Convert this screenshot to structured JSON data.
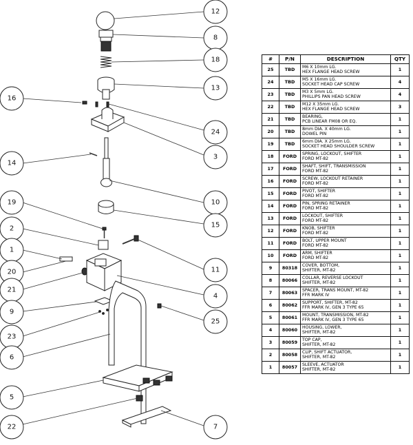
{
  "callouts": [
    "12",
    "8",
    "18",
    "13",
    "16",
    "24",
    "3",
    "14",
    "10",
    "19",
    "15",
    "2",
    "1",
    "11",
    "20",
    "21",
    "4",
    "9",
    "25",
    "23",
    "6",
    "5",
    "22",
    "7"
  ],
  "bom": {
    "headers": {
      "num": "#",
      "pn": "P/N",
      "description": "DESCRIPTION",
      "qty": "QTY"
    },
    "rows": [
      {
        "num": "25",
        "pn": "TBD",
        "d1": "M6 X 10mm LG.",
        "d2": "HEX FLANGE HEAD SCREW",
        "qty": "1"
      },
      {
        "num": "24",
        "pn": "TBD",
        "d1": "M5 X 16mm LG.",
        "d2": "SOCKET HEAD CAP SCREW",
        "qty": "4"
      },
      {
        "num": "23",
        "pn": "TBD",
        "d1": "M3 X 5mm LG.",
        "d2": "PHILLIPS PAN HEAD SCREW",
        "qty": "4"
      },
      {
        "num": "22",
        "pn": "TBD",
        "d1": "M12 X 35mm LG.",
        "d2": "HEX FLANGE HEAD SCREW",
        "qty": "3"
      },
      {
        "num": "21",
        "pn": "TBD",
        "d1": "BEARING,",
        "d2": "PCB LINEAR FM08 OR EQ.",
        "qty": "1"
      },
      {
        "num": "20",
        "pn": "TBD",
        "d1": "8mm DIA. X 40mm LG.",
        "d2": "DOWEL PIN",
        "qty": "1"
      },
      {
        "num": "19",
        "pn": "TBD",
        "d1": "6mm DIA. X 25mm LG.",
        "d2": "SOCKET HEAD SHOULDER SCREW",
        "qty": "1"
      },
      {
        "num": "18",
        "pn": "FORD",
        "d1": "SPRING, LOCKOUT, SHIFTER",
        "d2": "FORD MT-82",
        "qty": "1"
      },
      {
        "num": "17",
        "pn": "FORD",
        "d1": "SHAFT, SHIFT, TRANSMISSION",
        "d2": "FORD MT-82",
        "qty": "1"
      },
      {
        "num": "16",
        "pn": "FORD",
        "d1": "SCREW, LOCKOUT RETAINER",
        "d2": "FORD MT-82",
        "qty": "1"
      },
      {
        "num": "15",
        "pn": "FORD",
        "d1": "PIVOT, SHIFTER",
        "d2": "FORD MT-82",
        "qty": "1"
      },
      {
        "num": "14",
        "pn": "FORD",
        "d1": "PIN, SPRING RETAINER",
        "d2": "FORD MT-82",
        "qty": "1"
      },
      {
        "num": "13",
        "pn": "FORD",
        "d1": "LOCKOUT, SHIFTER",
        "d2": "FORD MT-82",
        "qty": "1"
      },
      {
        "num": "12",
        "pn": "FORD",
        "d1": "KNOB, SHIFTER",
        "d2": "FORD MT-82",
        "qty": "1"
      },
      {
        "num": "11",
        "pn": "FORD",
        "d1": "BOLT, UPPER MOUNT",
        "d2": "FORD MT-82",
        "qty": "1"
      },
      {
        "num": "10",
        "pn": "FORD",
        "d1": "ARM, SHIFTER",
        "d2": "FORD MT-82",
        "qty": "1"
      },
      {
        "num": "9",
        "pn": "80318",
        "d1": "COVER, BOTTOM,",
        "d2": "SHIFTER, MT-82",
        "qty": "1"
      },
      {
        "num": "8",
        "pn": "80066",
        "d1": "COLLAR, REVERSE LOCKOUT",
        "d2": "SHIFTER, MT-82",
        "qty": "1"
      },
      {
        "num": "7",
        "pn": "80063",
        "d1": "SPACER, TRANS MOUNT, MT-82",
        "d2": "FFR MARK IV",
        "qty": "1"
      },
      {
        "num": "6",
        "pn": "80062",
        "d1": "SUPPORT, SHIFTER, MT-82",
        "d2": "FFR MARK IV, GEN 3 TYPE 65",
        "qty": "1"
      },
      {
        "num": "5",
        "pn": "80061",
        "d1": "MOUNT, TRANSMISSION, MT-82",
        "d2": "FFR MARK IV, GEN 3 TYPE 65",
        "qty": "1"
      },
      {
        "num": "4",
        "pn": "80060",
        "d1": "HOUSING, LOWER,",
        "d2": "SHIFTER, MT-82",
        "qty": "1"
      },
      {
        "num": "3",
        "pn": "80059",
        "d1": "TOP CAP,",
        "d2": "SHIFTER, MT-82",
        "qty": "1"
      },
      {
        "num": "2",
        "pn": "80058",
        "d1": "CLIP, SHIFT ACTUATOR,",
        "d2": "SHIFTER, MT-82",
        "qty": "1"
      },
      {
        "num": "1",
        "pn": "80057",
        "d1": "SLEEVE, ACTUATOR",
        "d2": "SHIFTER, MT-82",
        "qty": "1"
      }
    ]
  }
}
